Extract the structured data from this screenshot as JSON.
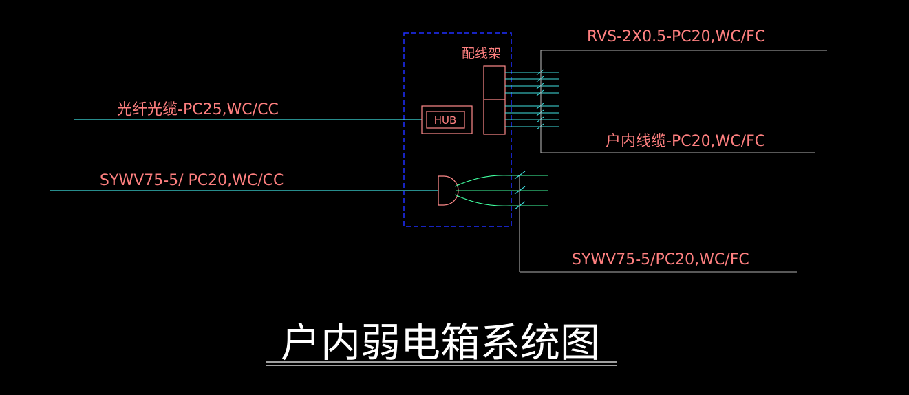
{
  "diagram": {
    "title": "户内弱电箱系统图",
    "labels": {
      "fiber_cable": "光纤光缆-PC25,WC/CC",
      "coax_in": "SYWV75-5/ PC20,WC/CC",
      "patch_panel": "配线架",
      "hub": "HUB",
      "rvs_out": "RVS-2X0.5-PC20,WC/FC",
      "indoor_line": "户内线缆-PC20,WC/FC",
      "coax_out": "SYWV75-5/PC20,WC/FC"
    },
    "colors": {
      "background": "#000000",
      "text": "#ff8080",
      "fiber_line": "#3fe0e0",
      "coax_line": "#40ffa0",
      "box_line": "#ff8a8a",
      "grey_line": "#b0b0b0",
      "enclosure": "#1f2fff",
      "title": "#ffffff"
    }
  }
}
